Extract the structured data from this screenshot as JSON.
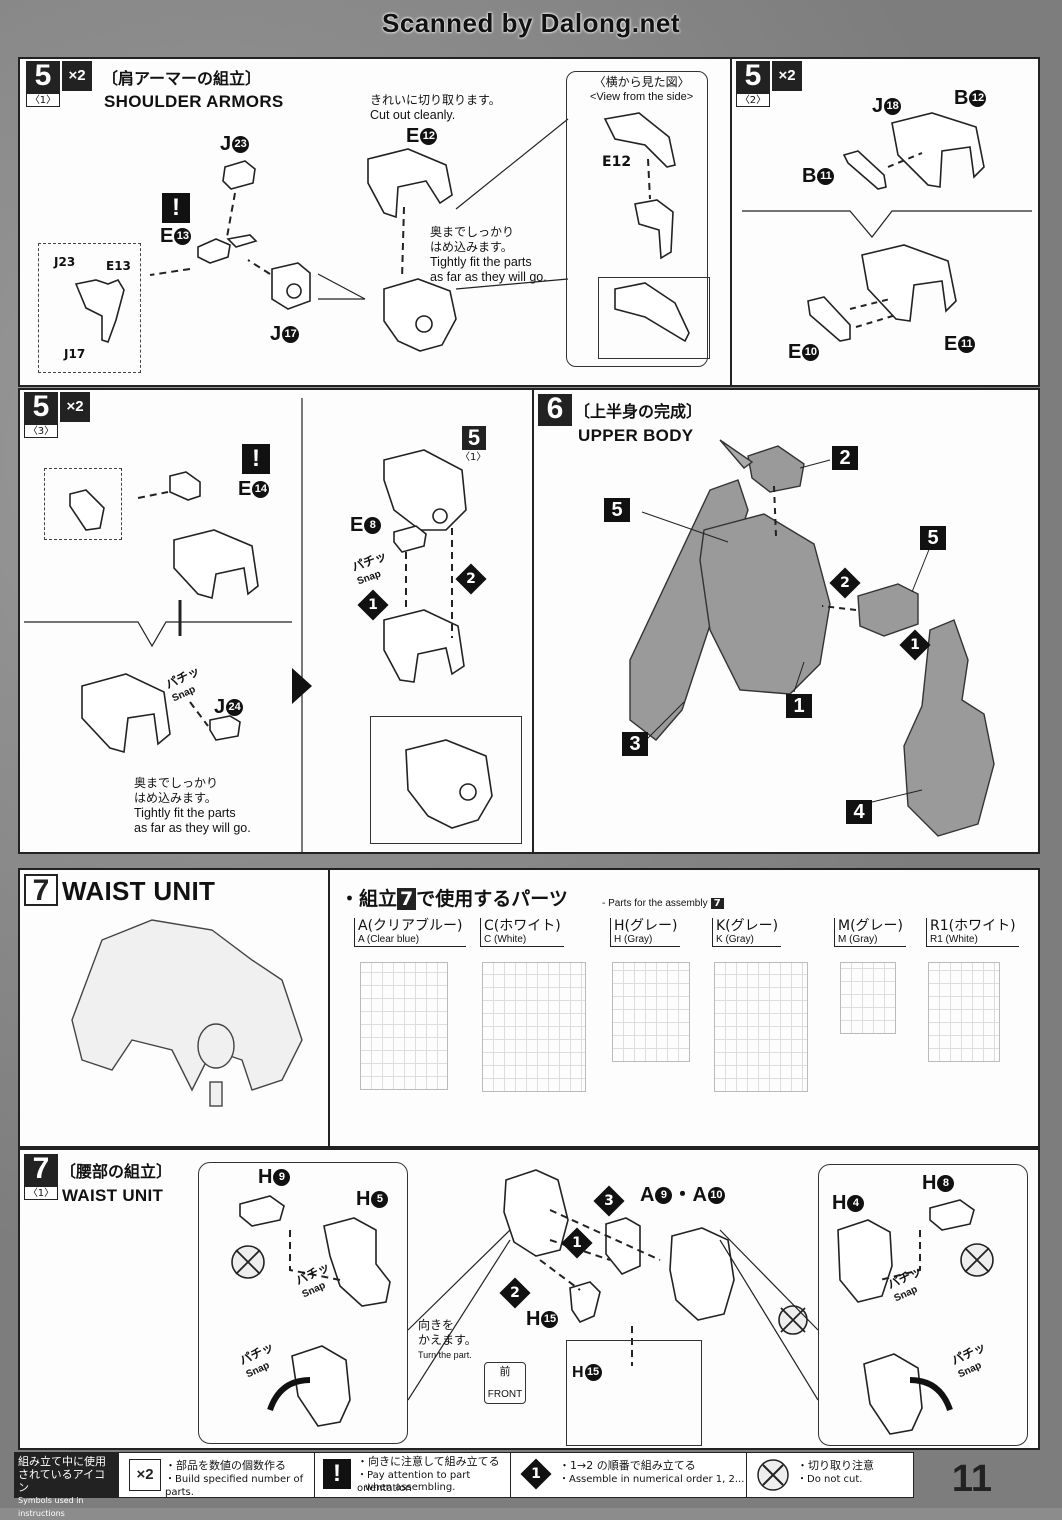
{
  "header": {
    "scan_credit": "Scanned by Dalong.net"
  },
  "step5_1": {
    "num": "5",
    "sub": "〈1〉",
    "mult": "×2",
    "title_jp": "〔肩アーマーの組立〕",
    "title_en": "SHOULDER ARMORS",
    "labels": {
      "j23": "J",
      "e13": "E",
      "j17": "J",
      "e12": "E",
      "inset_j23": "J",
      "inset_e13": "E",
      "inset_j17": "J",
      "side_e12": "E"
    },
    "nums": {
      "j23": "23",
      "e13": "13",
      "j17": "17",
      "e12": "12"
    },
    "warn": "!",
    "cut_jp": "きれいに切り取ります。",
    "cut_en": "Cut out cleanly.",
    "fit_jp1": "奥までしっかり",
    "fit_jp2": "はめ込みます。",
    "fit_en1": "Tightly fit the parts",
    "fit_en2": "as far as they will go.",
    "side_jp": "〈横から見た図〉",
    "side_en": "<View from the side>"
  },
  "step5_2": {
    "num": "5",
    "sub": "〈2〉",
    "mult": "×2",
    "labels": {
      "j18": "J",
      "b12": "B",
      "b11": "B",
      "e10": "E",
      "e11": "E"
    },
    "nums": {
      "j18": "18",
      "b12": "12",
      "b11": "11",
      "e10": "10",
      "e11": "11"
    }
  },
  "step5_3": {
    "num": "5",
    "sub": "〈3〉",
    "mult": "×2",
    "labels": {
      "e14": "E",
      "j24": "J",
      "e8": "E"
    },
    "nums": {
      "e14": "14",
      "j24": "24",
      "e8": "8"
    },
    "warn": "!",
    "snap_jp": "パチッ",
    "snap_en": "Snap",
    "fit_jp1": "奥までしっかり",
    "fit_jp2": "はめ込みます。",
    "fit_en1": "Tightly fit the parts",
    "fit_en2": "as far as they will go.",
    "ref_num": "5",
    "ref_sub": "〈1〉",
    "order1": "1",
    "order2": "2"
  },
  "step6": {
    "num": "6",
    "title_jp": "〔上半身の完成〕",
    "title_en": "UPPER BODY",
    "callouts": [
      "1",
      "2",
      "3",
      "4",
      "5",
      "5"
    ],
    "order1": "1",
    "order2": "2"
  },
  "step7": {
    "num": "7",
    "title_en": "WAIST UNIT",
    "parts_title_pre": "・組立",
    "parts_title_num": "7",
    "parts_title_post": "で使用するパーツ",
    "parts_title_en": "- Parts for the assembly",
    "runners": [
      {
        "jp": "A(クリアブルー)",
        "en": "A (Clear blue)"
      },
      {
        "jp": "C(ホワイト)",
        "en": "C (White)"
      },
      {
        "jp": "H(グレー)",
        "en": "H (Gray)"
      },
      {
        "jp": "K(グレー)",
        "en": "K (Gray)"
      },
      {
        "jp": "M(グレー)",
        "en": "M (Gray)"
      },
      {
        "jp": "R1(ホワイト)",
        "en": "R1 (White)"
      }
    ]
  },
  "step7_1": {
    "num": "7",
    "sub": "〈1〉",
    "title_jp": "〔腰部の組立〕",
    "title_en": "WAIST UNIT",
    "labels": {
      "h9": "H",
      "h5": "H",
      "a9": "A",
      "dot": "・",
      "a10": "A",
      "h4": "H",
      "h8": "H",
      "h15": "H",
      "h15b": "H"
    },
    "nums": {
      "h9": "9",
      "h5": "5",
      "a9": "9",
      "a10": "10",
      "h4": "4",
      "h8": "8",
      "h15": "15",
      "h15b": "15"
    },
    "turn_jp1": "向きを",
    "turn_jp2": "かえます。",
    "turn_en": "Turn the part.",
    "front_jp": "前",
    "front_en": "FRONT",
    "snap_jp": "パチッ",
    "snap_en": "Snap",
    "order": [
      "1",
      "2",
      "3"
    ]
  },
  "legend": {
    "head_jp1": "組み立て中に使用",
    "head_jp2": "されているアイコン",
    "head_en": "Symbols used in instructions",
    "i1_sym": "×2",
    "i1_jp": "・部品を数値の個数作る",
    "i1_en": "・Build specified number of parts.",
    "i2_sym": "!",
    "i2_jp": "・向きに注意して組み立てる",
    "i2_en1": "・Pay attention to part orientation",
    "i2_en2": "when assembling.",
    "i3_sym": "1",
    "i3_jp": "・1→2 の順番で組み立てる",
    "i3_en": "・Assemble in numerical order 1, 2...",
    "i4_jp": "・切り取り注意",
    "i4_en": "・Do not cut."
  },
  "page_number": "11"
}
